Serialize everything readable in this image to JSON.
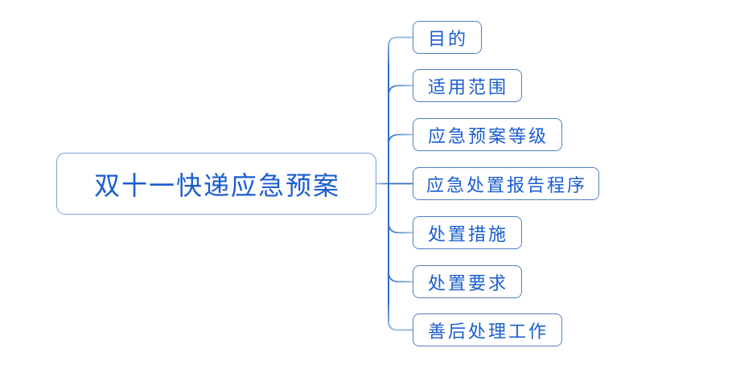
{
  "diagram": {
    "type": "mindmap",
    "root": {
      "label": "双十一快递应急预案"
    },
    "children": [
      {
        "label": "目的"
      },
      {
        "label": "适用范围"
      },
      {
        "label": "应急预案等级"
      },
      {
        "label": "应急处置报告程序"
      },
      {
        "label": "处置措施"
      },
      {
        "label": "处置要求"
      },
      {
        "label": "善后处理工作"
      }
    ],
    "colors": {
      "background": "#ffffff",
      "text": "#1a5dd0",
      "root_border": "#7aa0d6",
      "node_border": "#4f80c4",
      "connector_dark": "#2f6fc1",
      "connector_light": "#9dbbe5"
    }
  }
}
